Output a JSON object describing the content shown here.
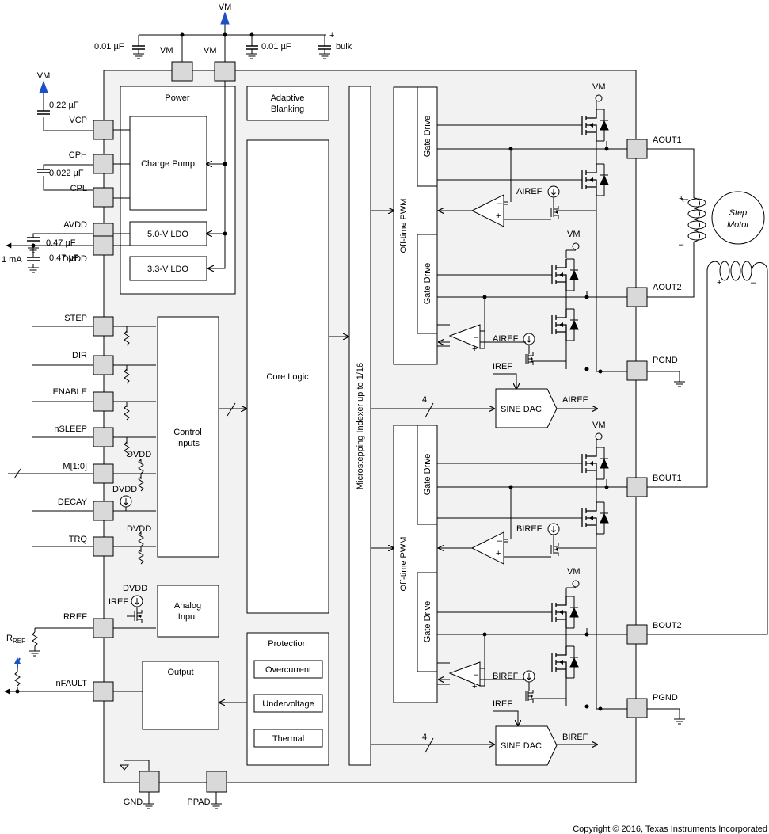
{
  "labels": {
    "vm": "VM",
    "cap_001": "0.01 µF",
    "bulk": "bulk",
    "plus": "+",
    "minus": "–",
    "cap_022": "0.22 µF",
    "cap_0022": "0.022 µF",
    "cap_047": "0.47 µF",
    "one_ma": "1 mA",
    "dvdd": "DVDD",
    "iref": "IREF",
    "rref_resistor": "R",
    "rref_sub": "REF"
  },
  "pins_left": {
    "vcp": "VCP",
    "cph": "CPH",
    "cpl": "CPL",
    "avdd": "AVDD",
    "dvdd": "DVDD",
    "step": "STEP",
    "dir": "DIR",
    "enable": "ENABLE",
    "nsleep": "nSLEEP",
    "m10": "M[1:0]",
    "decay": "DECAY",
    "trq": "TRQ",
    "rref": "RREF",
    "nfault": "nFAULT"
  },
  "pins_bottom": {
    "gnd": "GND",
    "ppad": "PPAD"
  },
  "pins_right": {
    "aout1": "AOUT1",
    "aout2": "AOUT2",
    "pgnd": "PGND",
    "bout1": "BOUT1",
    "bout2": "BOUT2"
  },
  "blocks": {
    "power": "Power",
    "charge_pump": "Charge Pump",
    "ldo5": "5.0-V LDO",
    "ldo33": "3.3-V LDO",
    "adaptive_1": "Adaptive",
    "adaptive_2": "Blanking",
    "core_logic": "Core Logic",
    "control_1": "Control",
    "control_2": "Inputs",
    "analog_1": "Analog",
    "analog_2": "Input",
    "output": "Output",
    "protection": "Protection",
    "overcurrent": "Overcurrent",
    "undervoltage": "Undervoltage",
    "thermal": "Thermal",
    "indexer": "Microstepping Indexer up to 1/16",
    "offtime_pwm": "Off-time PWM",
    "gate_drive": "Gate Drive",
    "sine_dac": "SINE DAC",
    "airef": "AIREF",
    "biref": "BIREF",
    "bus_width": "4",
    "step_1": "Step",
    "step_2": "Motor"
  },
  "footer": {
    "copyright": "Copyright © 2016, Texas Instruments Incorporated"
  }
}
